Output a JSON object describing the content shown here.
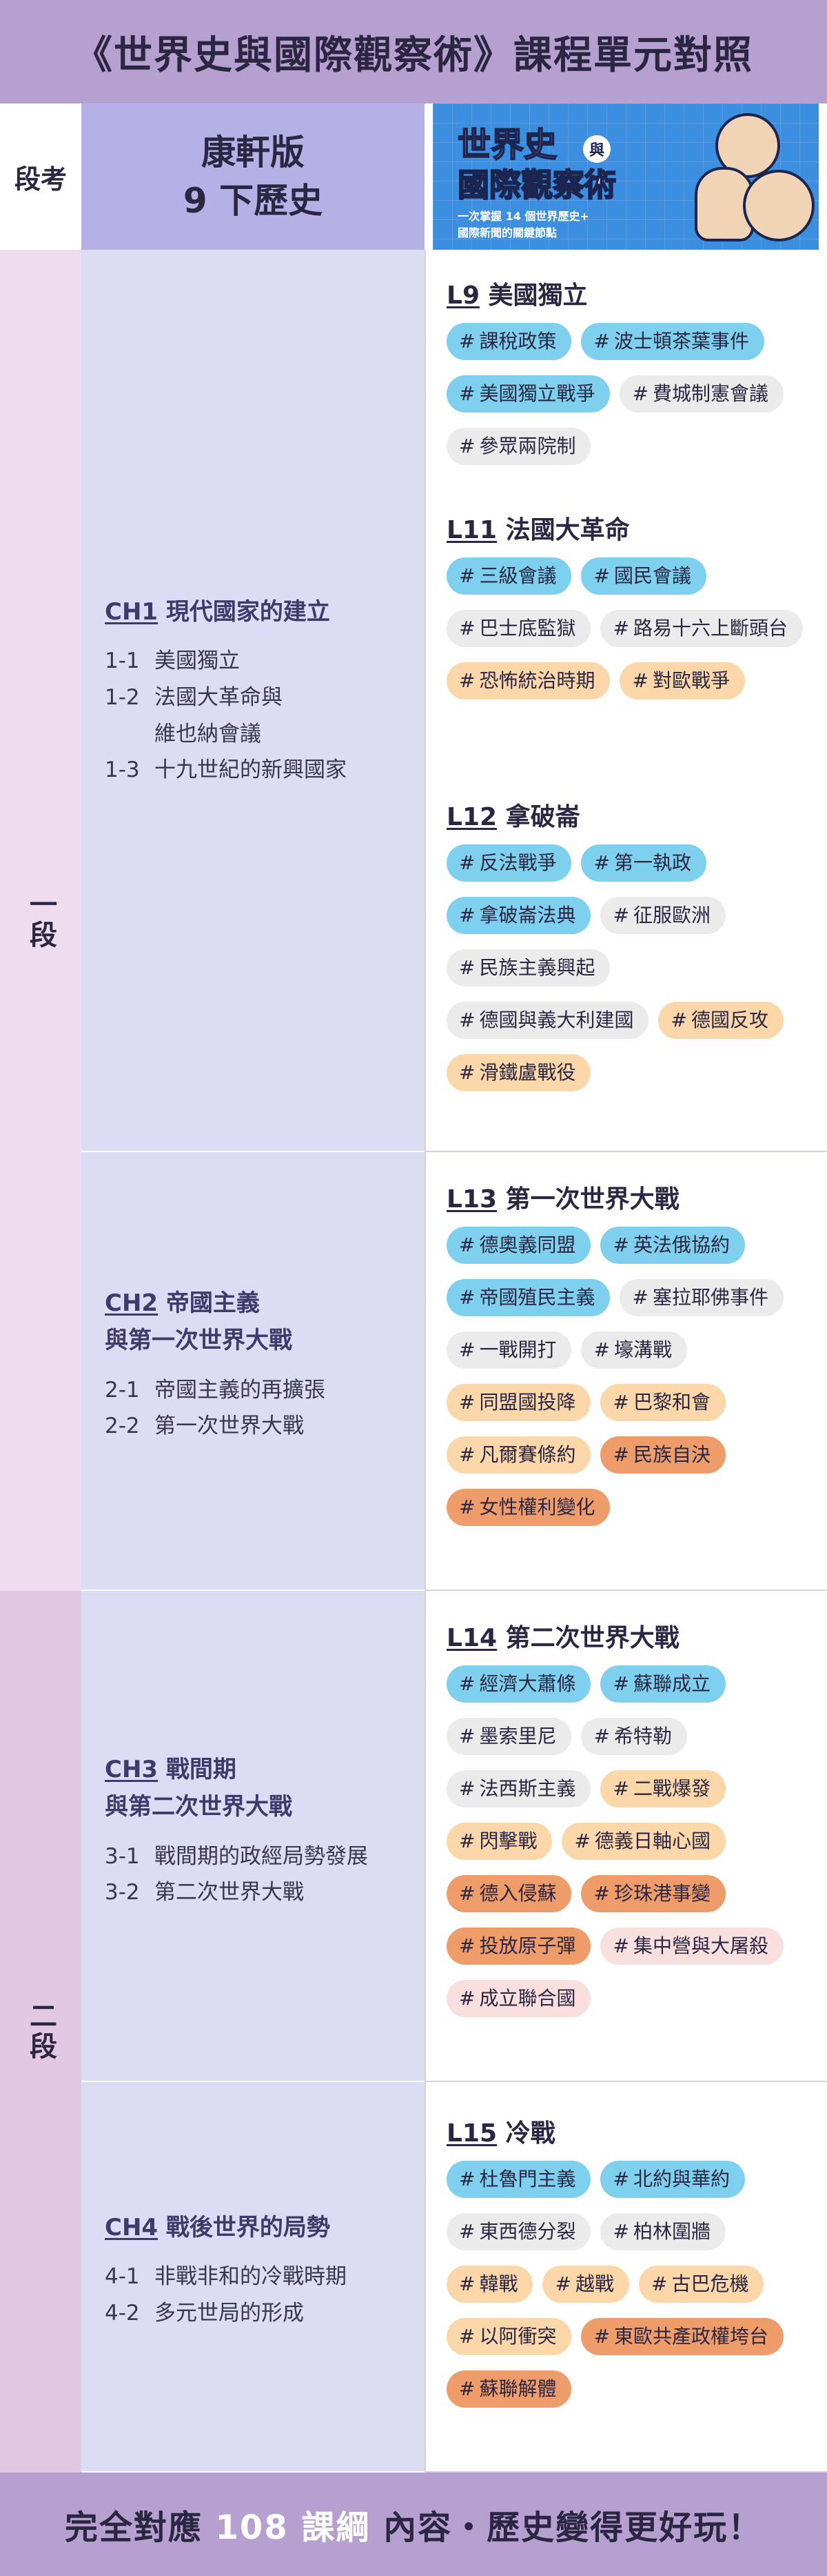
{
  "title": "《世界史與國際觀察術》課程單元對照",
  "header": {
    "col1": "段考",
    "col2_line1": "康軒版",
    "col2_line2": "9 下歷史",
    "banner_title1": "世界史",
    "banner_amp": "與",
    "banner_title2": "國際觀察術",
    "banner_sub1": "一次掌握 14 個世界歷史+",
    "banner_sub2": "國際新聞的關鍵節點"
  },
  "segments": [
    {
      "label": "一段"
    },
    {
      "label": "二段"
    }
  ],
  "chapters": [
    {
      "num": "CH1",
      "title1": " 現代國家的建立",
      "title2": "",
      "sections": [
        {
          "n": "1-1",
          "t": "美國獨立"
        },
        {
          "n": "1-2",
          "t": "法國大革命與"
        },
        {
          "n": "",
          "t": "維也納會議"
        },
        {
          "n": "1-3",
          "t": "十九世紀的新興國家"
        }
      ]
    },
    {
      "num": "CH2",
      "title1": " 帝國主義",
      "title2": "與第一次世界大戰",
      "sections": [
        {
          "n": "2-1",
          "t": "帝國主義的再擴張"
        },
        {
          "n": "2-2",
          "t": "第一次世界大戰"
        }
      ]
    },
    {
      "num": "CH3",
      "title1": " 戰間期",
      "title2": "與第二次世界大戰",
      "sections": [
        {
          "n": "3-1",
          "t": "戰間期的政經局勢發展"
        },
        {
          "n": "3-2",
          "t": "第二次世界大戰"
        }
      ]
    },
    {
      "num": "CH4",
      "title1": "  戰後世界的局勢",
      "title2": "",
      "sections": [
        {
          "n": "4-1",
          "t": "非戰非和的冷戰時期"
        },
        {
          "n": "4-2",
          "t": "多元世局的形成"
        }
      ]
    }
  ],
  "lessons": [
    {
      "num": "L9",
      "title": " 美國獨立",
      "tags": [
        {
          "t": "課稅政策",
          "c": "blue"
        },
        {
          "t": "波士頓茶葉事件",
          "c": "blue"
        },
        {
          "t": "美國獨立戰爭",
          "c": "blue"
        },
        {
          "t": "費城制憲會議",
          "c": "gray"
        },
        {
          "t": "參眾兩院制",
          "c": "gray"
        }
      ]
    },
    {
      "num": "L11",
      "title": " 法國大革命",
      "tags": [
        {
          "t": "三級會議",
          "c": "blue"
        },
        {
          "t": "國民會議",
          "c": "blue"
        },
        {
          "t": "巴士底監獄",
          "c": "gray"
        },
        {
          "t": "路易十六上斷頭台",
          "c": "gray"
        },
        {
          "t": "恐怖統治時期",
          "c": "peach"
        },
        {
          "t": "對歐戰爭",
          "c": "peach"
        }
      ]
    },
    {
      "num": "L12",
      "title": " 拿破崙",
      "tags": [
        {
          "t": "反法戰爭",
          "c": "blue"
        },
        {
          "t": "第一執政",
          "c": "blue"
        },
        {
          "t": "拿破崙法典",
          "c": "blue"
        },
        {
          "t": "征服歐洲",
          "c": "gray"
        },
        {
          "t": "民族主義興起",
          "c": "gray"
        },
        {
          "t": "德國與義大利建國",
          "c": "gray"
        },
        {
          "t": "德國反攻",
          "c": "peach"
        },
        {
          "t": "滑鐵盧戰役",
          "c": "peach"
        }
      ]
    },
    {
      "num": "L13",
      "title": " 第一次世界大戰",
      "tags": [
        {
          "t": "德奧義同盟",
          "c": "blue"
        },
        {
          "t": "英法俄協約",
          "c": "blue"
        },
        {
          "t": "帝國殖民主義",
          "c": "blue"
        },
        {
          "t": "塞拉耶佛事件",
          "c": "gray"
        },
        {
          "t": "一戰開打",
          "c": "gray"
        },
        {
          "t": "壕溝戰",
          "c": "gray"
        },
        {
          "t": "同盟國投降",
          "c": "peach"
        },
        {
          "t": "巴黎和會",
          "c": "peach"
        },
        {
          "t": "凡爾賽條約",
          "c": "peach"
        },
        {
          "t": "民族自決",
          "c": "orange"
        },
        {
          "t": "女性權利變化",
          "c": "orange"
        }
      ]
    },
    {
      "num": "L14",
      "title": " 第二次世界大戰",
      "tags": [
        {
          "t": "經濟大蕭條",
          "c": "blue"
        },
        {
          "t": "蘇聯成立",
          "c": "blue"
        },
        {
          "t": "墨索里尼",
          "c": "gray"
        },
        {
          "t": "希特勒",
          "c": "gray"
        },
        {
          "t": "法西斯主義",
          "c": "gray"
        },
        {
          "t": "二戰爆發",
          "c": "peach"
        },
        {
          "t": "閃擊戰",
          "c": "peach"
        },
        {
          "t": "德義日軸心國",
          "c": "peach"
        },
        {
          "t": "德入侵蘇",
          "c": "orange"
        },
        {
          "t": "珍珠港事變",
          "c": "orange"
        },
        {
          "t": "投放原子彈",
          "c": "orange"
        },
        {
          "t": "集中營與大屠殺",
          "c": "pink"
        },
        {
          "t": "成立聯合國",
          "c": "pink"
        }
      ]
    },
    {
      "num": "L15",
      "title": " 冷戰",
      "tags": [
        {
          "t": "杜魯門主義",
          "c": "blue"
        },
        {
          "t": "北約與華約",
          "c": "blue"
        },
        {
          "t": "東西德分裂",
          "c": "gray"
        },
        {
          "t": "柏林圍牆",
          "c": "gray"
        },
        {
          "t": "韓戰",
          "c": "peach"
        },
        {
          "t": "越戰",
          "c": "peach"
        },
        {
          "t": "古巴危機",
          "c": "peach"
        },
        {
          "t": "以阿衝突",
          "c": "peach"
        },
        {
          "t": "東歐共產政權垮台",
          "c": "orange"
        },
        {
          "t": "蘇聯解體",
          "c": "orange"
        }
      ]
    }
  ],
  "footer": {
    "pre": "完全對應 ",
    "hl": "108 課綱",
    "post": " 內容・歷史變得更好玩！"
  },
  "colors": {
    "blue": "#7fd0ee",
    "gray": "#ebebeb",
    "peach": "#fbd7aa",
    "orange": "#ee9c6a",
    "pink": "#f9e0de"
  }
}
